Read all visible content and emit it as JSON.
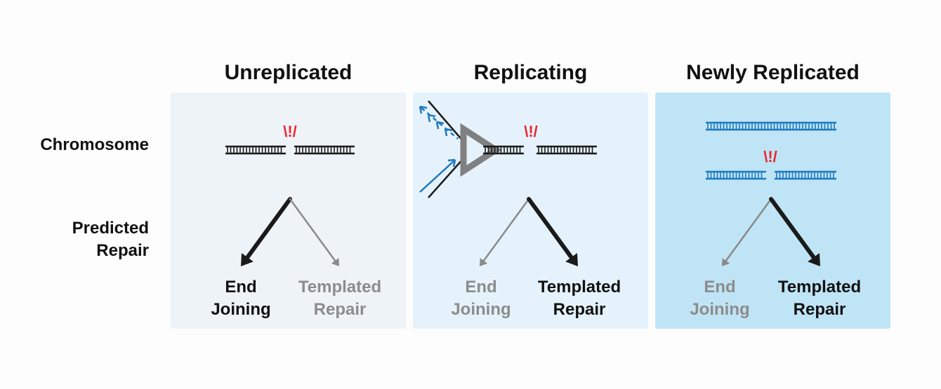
{
  "row_labels": {
    "chromosome": "Chromosome",
    "predicted_line1": "Predicted",
    "predicted_line2": "Repair"
  },
  "break_marks": "\\!/",
  "panels": [
    {
      "title": "Unreplicated",
      "background": "#eef3f8",
      "left_outcome": {
        "line1": "End",
        "line2": "Joining",
        "emphasis": "strong"
      },
      "right_outcome": {
        "line1": "Templated",
        "line2": "Repair",
        "emphasis": "weak"
      }
    },
    {
      "title": "Replicating",
      "background": "#e5f2fb",
      "left_outcome": {
        "line1": "End",
        "line2": "Joining",
        "emphasis": "weak"
      },
      "right_outcome": {
        "line1": "Templated",
        "line2": "Repair",
        "emphasis": "strong"
      }
    },
    {
      "title": "Newly Replicated",
      "background": "#bfe4f5",
      "left_outcome": {
        "line1": "End",
        "line2": "Joining",
        "emphasis": "weak"
      },
      "right_outcome": {
        "line1": "Templated",
        "line2": "Repair",
        "emphasis": "strong"
      }
    }
  ],
  "colors": {
    "dna_dark": "#1a1a1a",
    "dna_blue": "#1c79c0",
    "break_red": "#e8262c",
    "arrow_strong": "#1a1a1a",
    "arrow_weak": "#8a8a8a",
    "fork_gray": "#808080"
  }
}
